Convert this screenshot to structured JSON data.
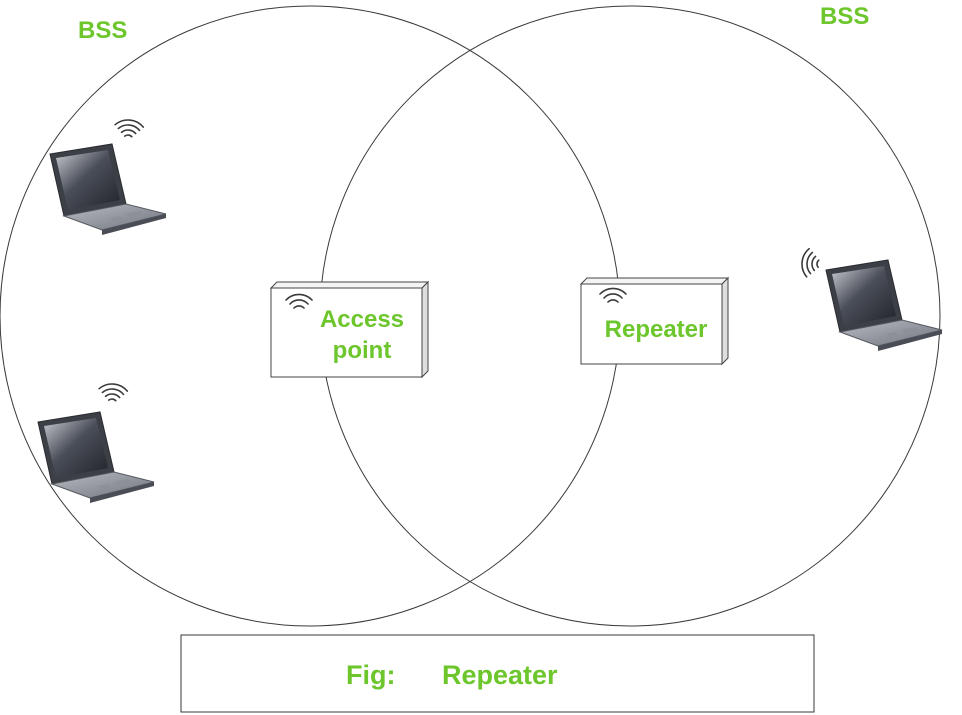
{
  "diagram": {
    "bss_left": "BSS",
    "bss_right": "BSS",
    "access_point_line1": "Access",
    "access_point_line2": "point",
    "repeater": "Repeater",
    "caption_prefix": "Fig:",
    "caption_title": "Repeater"
  },
  "colors": {
    "label_green": "#6cc62c",
    "outline": "#333333"
  },
  "icons": {
    "device": "laptop-icon",
    "signal": "wifi-signal-icon"
  }
}
